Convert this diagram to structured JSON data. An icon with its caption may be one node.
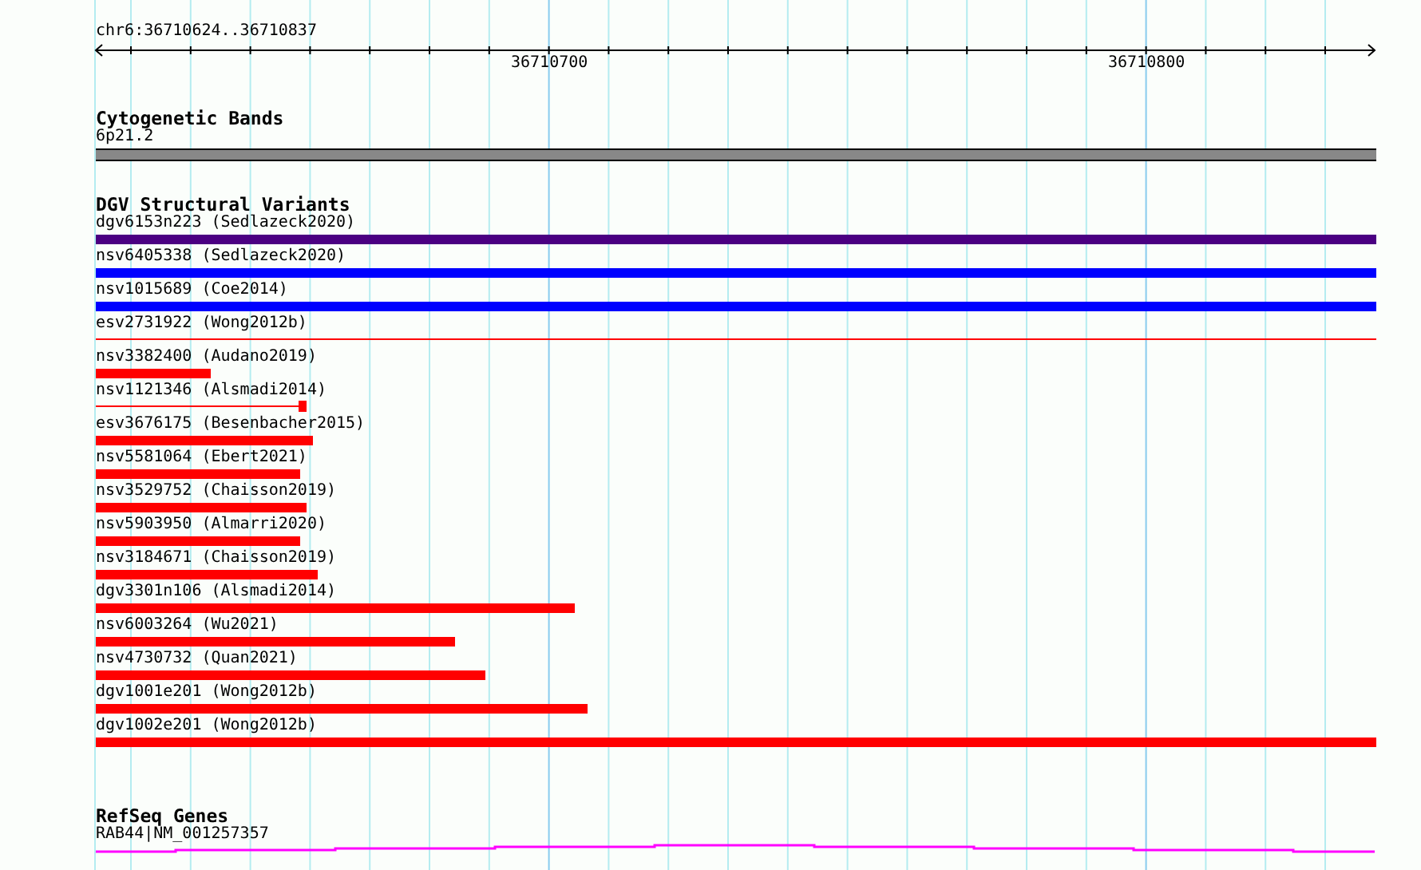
{
  "diagram": {
    "nodes": [
      {
        "text": [
          "6p21.2"
        ]
      },
      {
        "text": [
          "dgv6153n223 (Sedlazeck2020)"
        ]
      },
      {
        "text": [
          "nsv6405338 (Sedlazeck2020)"
        ]
      },
      {
        "text": [
          "nsv1015689 (Coe2014)"
        ]
      },
      {
        "text": [
          "esv2731922 (Wong2012b)"
        ]
      },
      {
        "text": [
          "nsv3382400 (Audano2019)"
        ]
      },
      {
        "text": [
          "nsv1121346 (Alsmadi2014)"
        ]
      },
      {
        "text": [
          "esv3676175 (Besenbacher2015)"
        ]
      },
      {
        "text": [
          "nsv5581064 (Ebert2021)"
        ]
      },
      {
        "text": [
          "nsv3529752 (Chaisson2019)"
        ]
      },
      {
        "text": [
          "nsv5903950 (Almarri2020)"
        ]
      },
      {
        "text": [
          "nsv3184671 (Chaisson2019)"
        ]
      },
      {
        "text": [
          "dgv3301n106 (Alsmadi2014)"
        ]
      },
      {
        "text": [
          "nsv6003264 (Wu2021)"
        ]
      },
      {
        "text": [
          "nsv4730732 (Quan2021)"
        ]
      },
      {
        "text": [
          "dgv1001e201 (Wong2012b)"
        ]
      },
      {
        "text": [
          "dgv1002e201 (Wong2012b)"
        ]
      },
      {
        "text": [
          "RAB44|NM_001257357"
        ]
      }
    ],
    "labels": [
      "chr6:36710624..36710837",
      "36710700",
      "36710800",
      "Cytogenetic Bands",
      "DGV Structural Variants",
      "RefSeq Genes"
    ]
  }
}
